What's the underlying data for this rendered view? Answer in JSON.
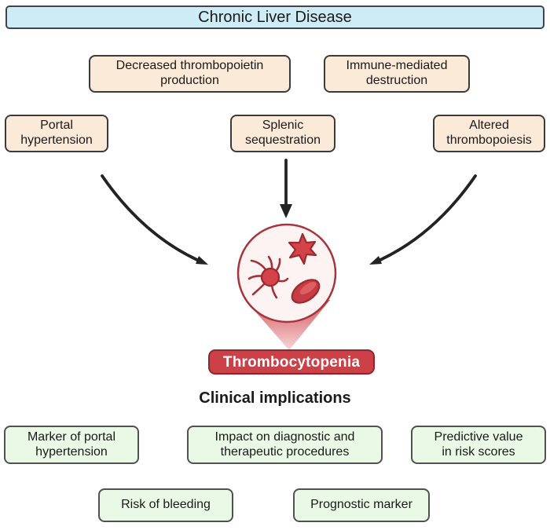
{
  "header": {
    "title": "Chronic Liver Disease"
  },
  "mechanisms": [
    {
      "label": "Decreased thrombopoietin\nproduction"
    },
    {
      "label": "Immune-mediated\ndestruction"
    },
    {
      "label": "Portal\nhypertension"
    },
    {
      "label": "Splenic\nsequestration"
    },
    {
      "label": "Altered\nthrombopoiesis"
    }
  ],
  "central": {
    "diagnosis": "Thrombocytopenia",
    "illustration": "magnified-low-platelets-icon"
  },
  "section_heading": "Clinical implications",
  "implications": [
    {
      "label": "Marker of portal\nhypertension"
    },
    {
      "label": "Impact on diagnostic and\ntherapeutic procedures"
    },
    {
      "label": "Predictive value\nin risk scores"
    },
    {
      "label": "Risk of bleeding"
    },
    {
      "label": "Prognostic marker"
    }
  ],
  "colors": {
    "header_fill": "#cdecf5",
    "mechanism_fill": "#fcead8",
    "implication_fill": "#eaf8e6",
    "diagnosis_fill": "#cb4147",
    "diagnosis_border": "#8e262b",
    "platelet_red": "#d4424a",
    "platelet_outline": "#9c2a30",
    "circle_fill": "#fdf3f2",
    "circle_border": "#a8343b",
    "arrow": "#232323"
  }
}
